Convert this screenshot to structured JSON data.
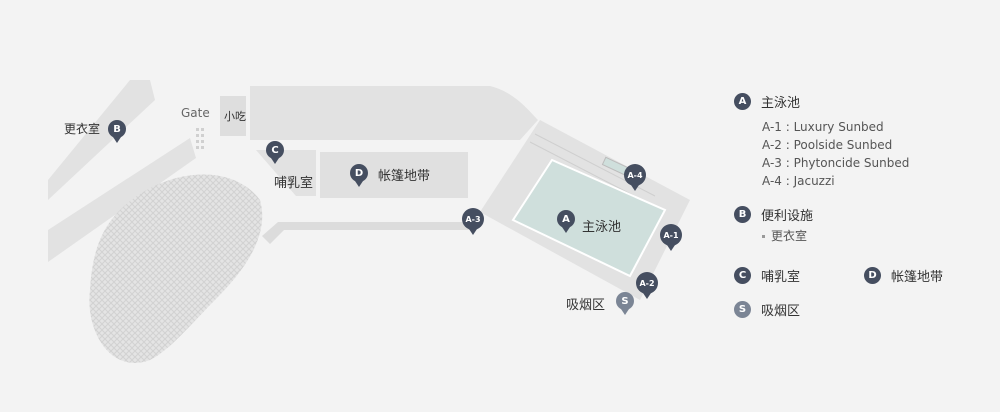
{
  "map": {
    "labels": {
      "changing_room": "更衣室",
      "gate": "Gate",
      "snack": "小吃",
      "nursing_room": "哺乳室",
      "tent_area": "帐篷地带",
      "main_pool": "主泳池",
      "smoking_area": "吸烟区"
    },
    "pins": {
      "changing_room": "B",
      "nursing_room": "C",
      "tent_area": "D",
      "main_pool": "A",
      "a1": "A-1",
      "a2": "A-2",
      "a3": "A-3",
      "a4": "A-4",
      "smoking": "S"
    }
  },
  "legend": {
    "main_pool": {
      "badge": "A",
      "label": "主泳池",
      "sub": [
        "A-1 : Luxury Sunbed",
        "A-2 : Poolside Sunbed",
        "A-3 : Phytoncide Sunbed",
        "A-4 : Jacuzzi"
      ]
    },
    "facilities": {
      "badge": "B",
      "label": "便利设施",
      "sub": [
        "更衣室"
      ]
    },
    "nursing": {
      "badge": "C",
      "label": "哺乳室"
    },
    "tent": {
      "badge": "D",
      "label": "帐篷地带"
    },
    "smoking": {
      "badge": "S",
      "label": "吸烟区"
    }
  },
  "colors": {
    "background": "#f3f3f3",
    "area_fill": "#e2e2e2",
    "pool_water": "#cfdfdc",
    "pin": "#454e60",
    "smoking_pin": "#7b8595"
  }
}
